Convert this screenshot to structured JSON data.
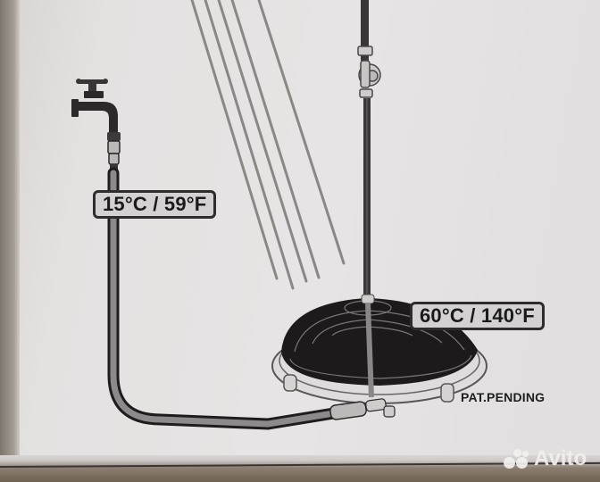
{
  "diagram": {
    "type": "solar water heater connection illustration",
    "inlet_label": "15°C / 59°F",
    "outlet_label": "60°C / 140°F",
    "patent_text": "PAT.PENDING",
    "components": {
      "faucet": "garden tap with hose connector",
      "inlet_hose": "black hose from tap to heater base",
      "solar_heater": "black dome collector with concentric coil lines on round base with feet",
      "outlet_pipe": "vertical pipe up to shower valve",
      "valve": "inline shower valve/regulator",
      "sun_rays": 5
    },
    "colors": {
      "paper": "#e4e2e1",
      "ink": "#2f2c2d",
      "label_fill": "#d3d1d1",
      "dome": "#1c1a1b",
      "ray": "#8b8785"
    }
  },
  "watermark": {
    "text": "Avito"
  }
}
